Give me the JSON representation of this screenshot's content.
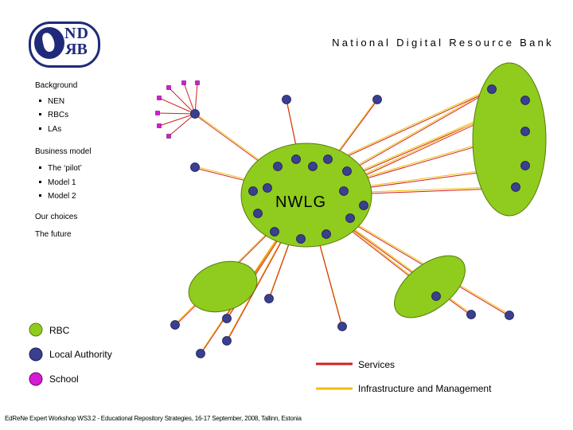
{
  "logo": {
    "letter_n": "N",
    "letter_d": "D",
    "letter_r": "R",
    "letter_b": "B"
  },
  "title": "National Digital Resource Bank",
  "menu": {
    "background": "Background",
    "nen": "NEN",
    "rbcs": "RBCs",
    "las": "LAs",
    "business_model": "Business model",
    "pilot": "The ‘pilot’",
    "model1": "Model 1",
    "model2": "Model 2",
    "our_choices": "Our choices",
    "future": "The future"
  },
  "hub_label": "NWLG",
  "legend": {
    "rbc": "RBC",
    "la": "Local Authority",
    "school": "School",
    "services": "Services",
    "infra": "Infrastructure and Management"
  },
  "footer": "EdReNe Expert Workshop WS3.2 - Educational Repository Strategies, 16-17 September, 2008, Tallinn, Estonia",
  "colors": {
    "rbc_green": "#8fcc1e",
    "la_blue": "#3a3f8f",
    "school_magenta": "#d61ad6",
    "services_red": "#d02020",
    "infra_yellow": "#f0c000",
    "logo_navy": "#1f2a7a"
  }
}
